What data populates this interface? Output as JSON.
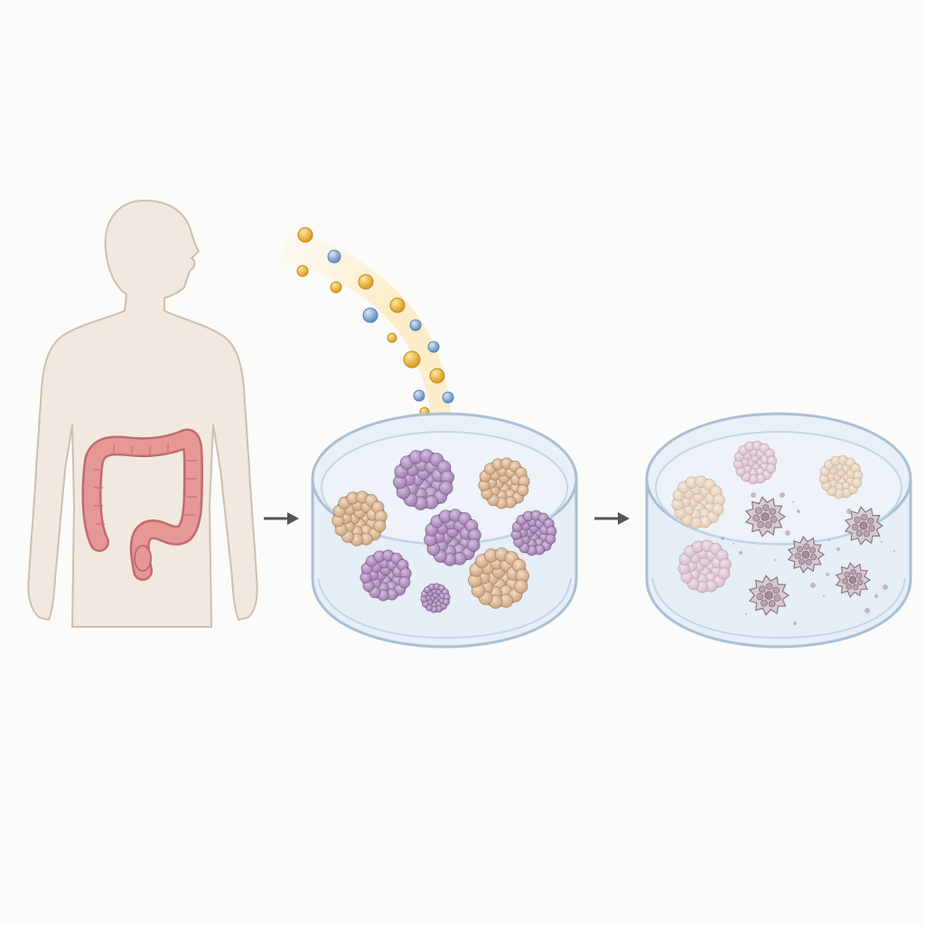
{
  "figure": {
    "panels": [
      {
        "id": "patient",
        "description_visible": false
      },
      {
        "id": "treatment-dish"
      },
      {
        "id": "result-dish"
      }
    ],
    "arrows": 2
  },
  "colors": {
    "background": "#fbfbfa",
    "body_fill": "#f1e9df",
    "body_stroke": "#cdbfae",
    "colon_fill": "#e48e8c",
    "colon_stroke": "#c06c6c",
    "dish_fill": "#e6eef6",
    "dish_stroke": "#aabfd4",
    "organoid_purple": "#a784b3",
    "organoid_tan": "#d9b08c",
    "organoid_faded_pink": "#e0c3d2",
    "organoid_dead": "#9c8a95",
    "drug_gold": "#e8b33c",
    "drug_blue": "#7da3cf",
    "arrow": "#555555"
  },
  "icons": {
    "arrow_1": "right-arrow-icon",
    "arrow_2": "right-arrow-icon"
  }
}
